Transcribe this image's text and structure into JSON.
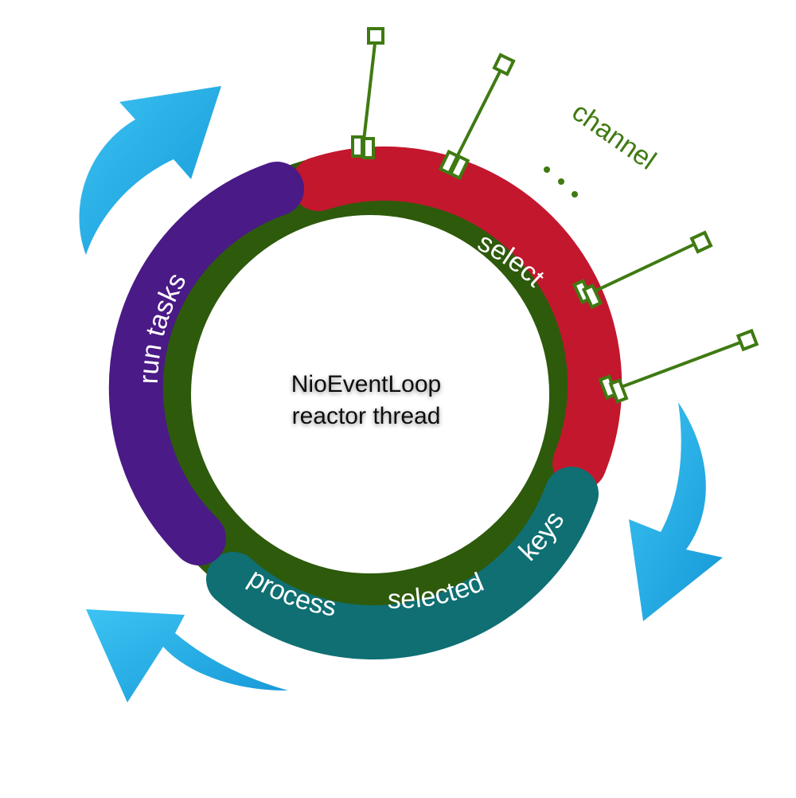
{
  "center": {
    "line1": "NioEventLoop",
    "line2": "reactor thread"
  },
  "segments": {
    "select": "select",
    "keys": "keys",
    "selected": "selected",
    "process": "process",
    "run_tasks": "run tasks"
  },
  "channel_label": "channel",
  "colors": {
    "ring_base": "#2e5a0c",
    "select": "#c3172e",
    "process_selected_keys": "#0f6f73",
    "run_tasks": "#4a1a86",
    "channel": "#3f7a12",
    "arrows": "#1aa6e6"
  },
  "icons": {
    "arrow": "curved-arrow-icon",
    "connector": "channel-connector-icon"
  }
}
